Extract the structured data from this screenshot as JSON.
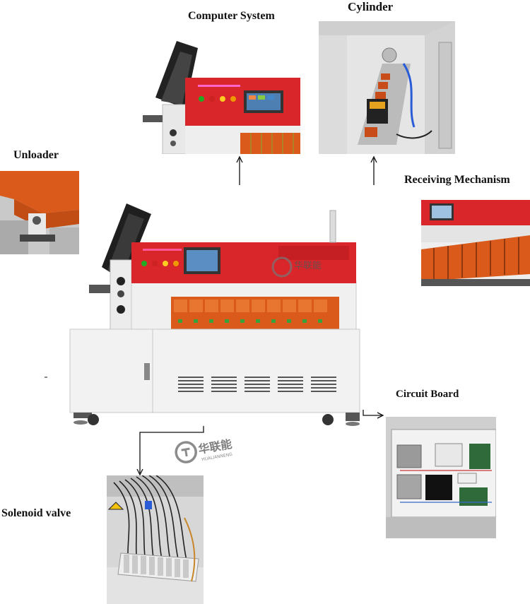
{
  "labels": {
    "computer_system": "Computer System",
    "cylinder": "Cylinder",
    "unloader": "Unloader",
    "receiving_mechanism": "Receiving Mechanism",
    "circuit_board": "Circuit Board",
    "solenoid_valve": "Solenoid valve"
  },
  "watermark": {
    "brand_cn": "华联能",
    "brand_en": "HUALIANNENG"
  },
  "colors": {
    "machine_red": "#d8262a",
    "tray_orange": "#d95a1a",
    "cabinet_white": "#f2f2f2",
    "screen_blue": "#4d7fb3"
  }
}
